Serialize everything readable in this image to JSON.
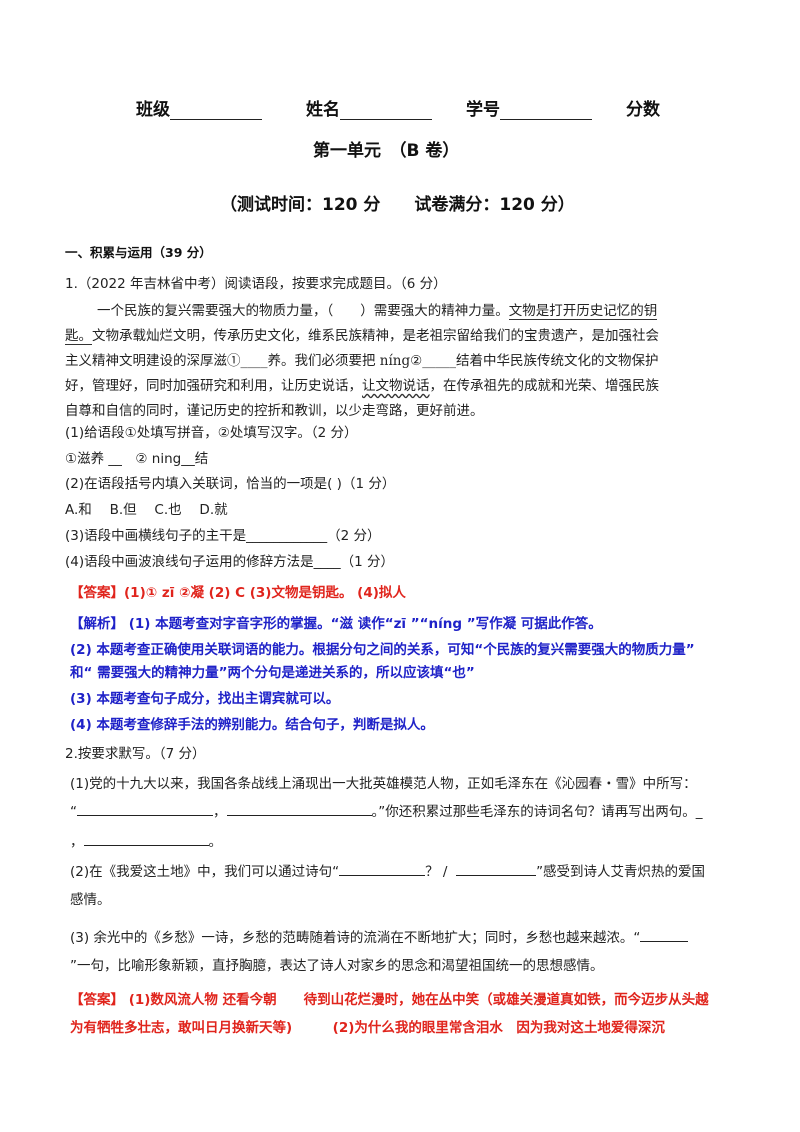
{
  "header": {
    "class_label": "班级",
    "name_label": "姓名",
    "id_label": "学号",
    "score_label": "分数"
  },
  "title": "第一单元　（B 卷）",
  "subtitle": "（测试时间：120 分　　试卷满分：120 分）",
  "section1": "一、积累与运用（39 分）",
  "q1": {
    "stem": "1.（2022 年吉林省中考）阅读语段，按要求完成题目。（6 分）",
    "p1a": "一个民族的复兴需要强大的物质力量，（　　）需要强大的精神力量。",
    "p1b": "文物是打开历史记忆的钥",
    "p2a": "匙。",
    "p2b": "文物承载灿烂文明，传承历史文化，维系民族精神，是老祖宗留给我们的宝贵遗产，是加强社会",
    "p3": "主义精神文明建设的深厚滋①____养。我们必须要把 níng②_____结着中华民族传统文化的文物保护",
    "p4a": "好，管理好，同时加强研究和利用，让历史说话，",
    "p4b": "让文物说话",
    "p4c": "，在传承祖先的成就和光荣、增强民族",
    "p5": "自尊和自信的同时，谨记历史的控折和教训，以少走弯路，更好前进。",
    "s1": "(1)给语段①处填写拼音，②处填写汉字。（2 分）",
    "s1b": "①滋养 __　② ning__结",
    "s2": "(2)在语段括号内填入关联词，恰当的一项是(  )（1 分）",
    "s2opts": "A.和　 B.但　 C.也　 D.就",
    "s3": "(3)语段中画横线句子的主干是____________（2 分）",
    "s4": "(4)语段中画波浪线句子运用的修辞方法是____（1 分）",
    "answer": "【答案】(1)① zī ②凝 (2) C (3)文物是钥匙。 (4)拟人",
    "ana1": "【解析】 (1) 本题考查对字音字形的掌握。“滋 读作“zī ”“níng ”写作凝 可据此作答。",
    "ana2a": "(2) 本题考查正确使用关联词语的能力。根据分句之间的关系，可知“个民族的复兴需要强大的物质力量”",
    "ana2b": "和“ 需要强大的精神力量”两个分句是递进关系的，所以应该填“也”",
    "ana3": "(3) 本题考查句子成分，找出主谓宾就可以。",
    "ana4": "(4) 本题考查修辞手法的辨别能力。结合句子，判断是拟人。"
  },
  "q2": {
    "stem": "2.按要求默写。（7 分）",
    "l1": "(1)党的十九大以来，我国各条战线上涌现出一大批英雄模范人物，正如毛泽东在《沁园春・雪》中所写：",
    "l2a": "“",
    "l2b": "，",
    "l2c": "。”你还积累过那些毛泽东的诗词名句？请再写出两句。_",
    "l3a": "，",
    "l3b": "。",
    "l4a": "(2)在《我爱这土地》中，我们可以通过诗句“",
    "l4b": "？ /",
    "l4c": "”感受到诗人艾青炽热的爱国",
    "l5": "感情。",
    "l6a": "(3) 余光中的《乡愁》一诗，乡愁的范畴随着诗的流淌在不断地扩大；同时，乡愁也越来越浓。“",
    "l7": "”一句，比喻形象新颖，直抒胸臆，表达了诗人对家乡的思念和渴望祖国统一的思想感情。",
    "ans1": "【答案】 (1)数风流人物 还看今朝　　待到山花烂漫时，她在丛中笑（或雄关漫道真如铁，而今迈步从头越",
    "ans2": "为有牺牲多壮志，敢叫日月换新天等)　　　(2)为什么我的眼里常含泪水　因为我对这土地爱得深沉"
  }
}
